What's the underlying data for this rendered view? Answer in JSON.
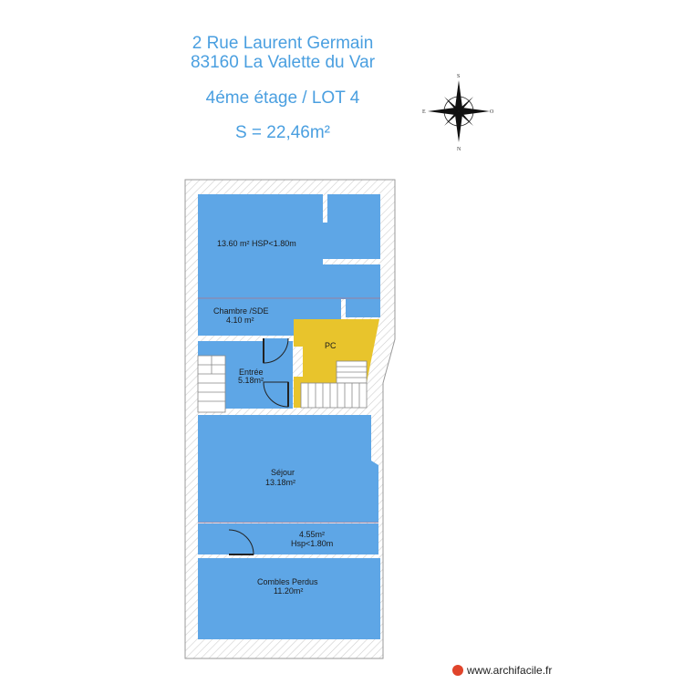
{
  "header": {
    "address_line1": "2 Rue Laurent Germain",
    "address_line2": "83160 La Valette du Var",
    "floor": "4éme étage / LOT 4",
    "surface": "S = 22,46m²"
  },
  "compass": {
    "north": "N",
    "south": "S",
    "east": "E",
    "west": "O"
  },
  "rooms": {
    "attic_top": {
      "line1": "13.60 m² HSP<1.80m"
    },
    "chambre": {
      "line1": "Chambre /SDE",
      "line2": "4.10 m²"
    },
    "pc": {
      "line1": "PC"
    },
    "entree": {
      "line1": "Entrée",
      "line2": "5.18m²"
    },
    "sejour": {
      "line1": "Séjour",
      "line2": "13.18m²"
    },
    "low_height": {
      "line1": "4.55m²",
      "line2": "Hsp<1.80m"
    },
    "combles": {
      "line1": "Combles Perdus",
      "line2": "11.20m²"
    }
  },
  "colors": {
    "room_blue": "#5ea6e6",
    "pc_yellow": "#e8c42c",
    "wall_hatch": "#c8c8c8",
    "title_blue": "#4a9fe0"
  },
  "footer": {
    "credit": "www.archifacile.fr"
  }
}
